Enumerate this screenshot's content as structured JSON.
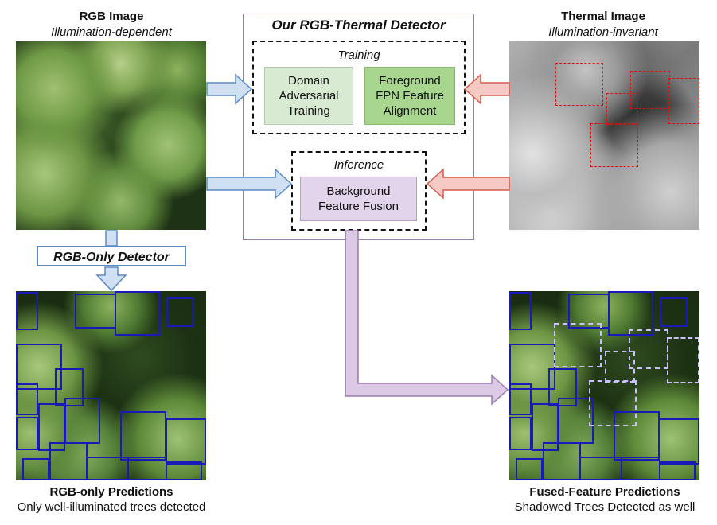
{
  "rgb": {
    "title": "RGB Image",
    "subtitle": "Illumination-dependent"
  },
  "thermal": {
    "title": "Thermal Image",
    "subtitle": "Illumination-invariant"
  },
  "detector": {
    "title": "Our RGB-Thermal Detector",
    "training_label": "Training",
    "domain_box": "Domain\nAdversarial\nTraining",
    "fpn_box": "Foreground\nFPN Feature\nAlignment",
    "inference_label": "Inference",
    "fusion_box": "Background\nFeature Fusion"
  },
  "rgb_only_detector": "RGB-Only Detector",
  "left_pred": {
    "title": "RGB-only Predictions",
    "caption": "Only well-illuminated trees detected"
  },
  "right_pred": {
    "title": "Fused-Feature Predictions",
    "caption": "Shadowed Trees Detected as well"
  },
  "colors": {
    "blue_arrow_fill": "#cfe0f3",
    "blue_arrow_stroke": "#5b89c6",
    "red_arrow_fill": "#f5c9c4",
    "red_arrow_stroke": "#d85a4f",
    "purple": "#9c7bb0",
    "purple_fill": "#dcc9e6",
    "domain_fill": "#d9ead3",
    "fpn_fill": "#a9d68f",
    "fusion_fill": "#e2d4ea",
    "pred_box": "#1a1ab8",
    "thermal_box": "#e01010"
  }
}
